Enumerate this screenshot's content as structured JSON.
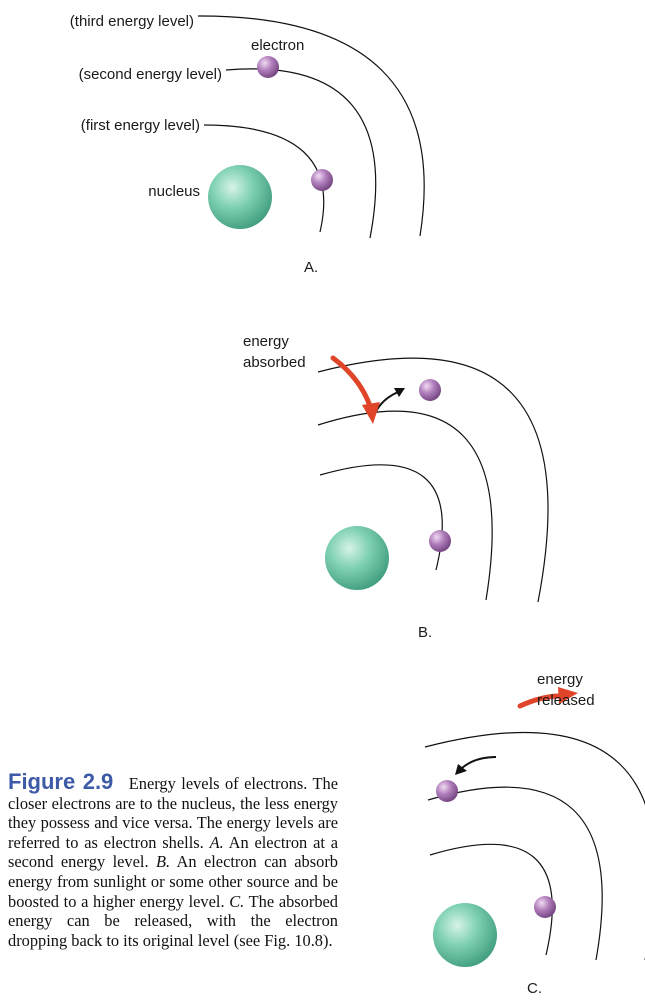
{
  "panel_a": {
    "labels": {
      "third": "(third energy level)",
      "second": "(second energy level)",
      "first": "(first energy level)",
      "electron": "electron",
      "nucleus": "nucleus"
    },
    "tag": "A."
  },
  "panel_b": {
    "energy_label_1": "energy",
    "energy_label_2": "absorbed",
    "tag": "B."
  },
  "panel_c": {
    "energy_label_1": "energy",
    "energy_label_2": "released",
    "tag": "C."
  },
  "colors": {
    "nucleus": "#5fc4a0",
    "electron": "#9c6aa8",
    "arrow": "#e0452a",
    "caption_title": "#3d5aa6"
  },
  "caption": {
    "title": "Figure 2.9",
    "intro": "Energy levels of electrons. The closer electrons are to the nucleus, the less energy they possess and vice versa. The energy levels are referred to as electron shells.",
    "a_tag": "A.",
    "a_text": "An electron at a second energy level.",
    "b_tag": "B.",
    "b_text": "An electron can absorb energy from sunlight or some other source and be boosted to a higher energy level.",
    "c_tag": "C.",
    "c_text": "The absorbed energy can be released, with the electron dropping back to its original level (see Fig. 10.8)."
  }
}
